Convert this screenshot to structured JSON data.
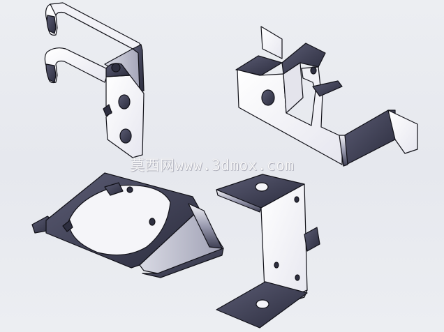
{
  "watermark": {
    "text": "莫西网www.3dmox.com"
  },
  "colors": {
    "background": "#e9eaee",
    "metal_light": "#f7f7fb",
    "metal_mid": "#c9cad6",
    "metal_dark": "#3e3f55",
    "edge": "#111118"
  },
  "parts": [
    {
      "name": "hook-bracket"
    },
    {
      "name": "stepped-bracket"
    },
    {
      "name": "ring-mount-bracket"
    },
    {
      "name": "z-bracket"
    }
  ]
}
